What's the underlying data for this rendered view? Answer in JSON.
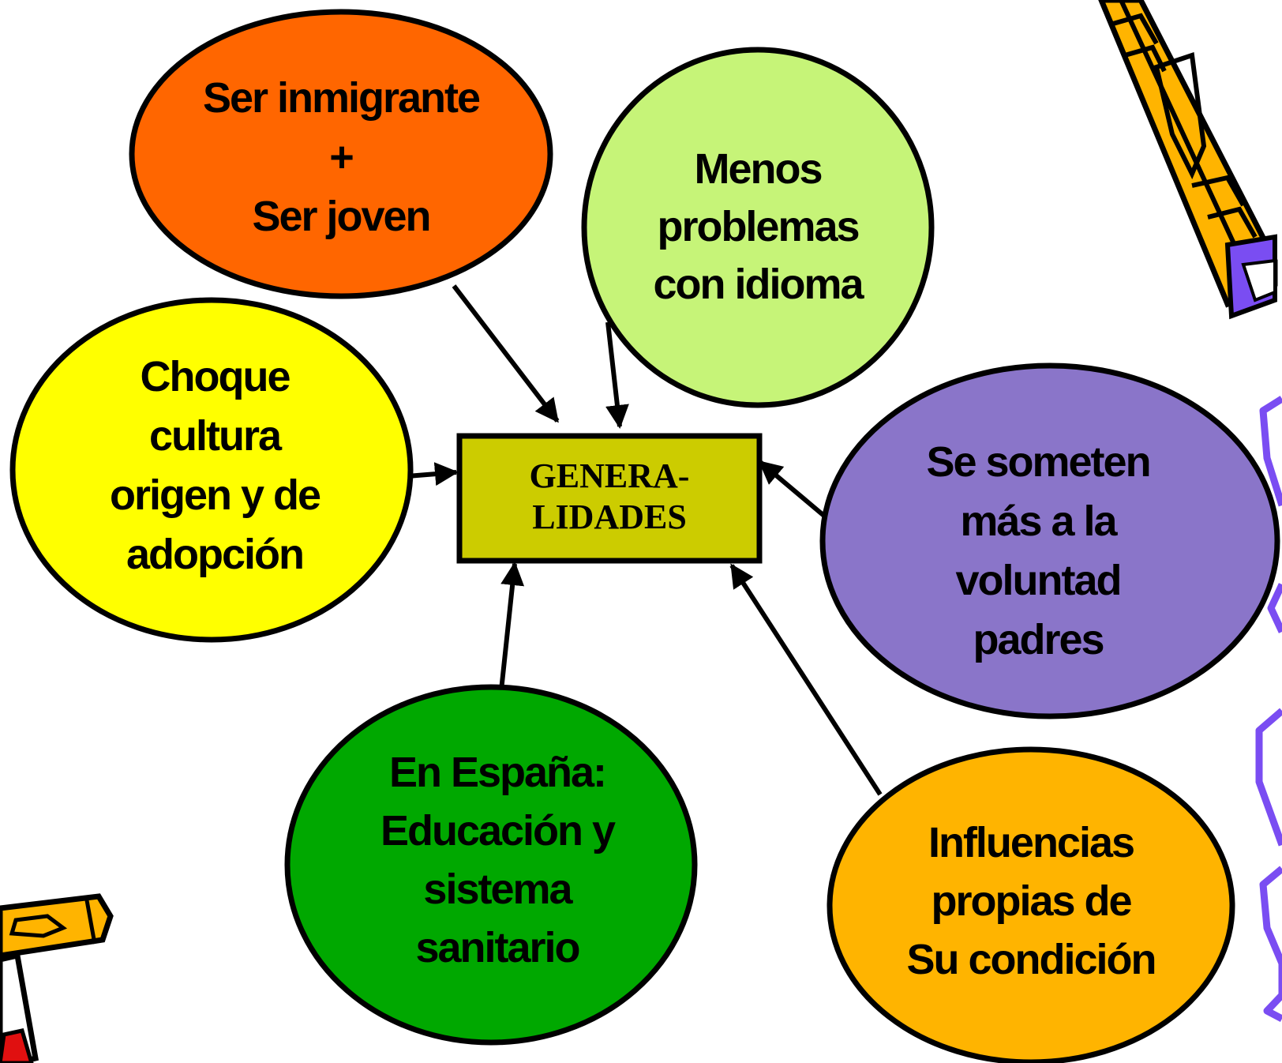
{
  "center": {
    "lines": [
      "GENERA-",
      "LIDADES"
    ],
    "color": "#cccc00"
  },
  "nodes": [
    {
      "id": "ser-inmigrante",
      "lines": [
        "Ser inmigrante",
        "+",
        "Ser joven"
      ],
      "color": "#ff6600"
    },
    {
      "id": "menos-problemas",
      "lines": [
        "Menos",
        "problemas",
        "con idioma"
      ],
      "color": "#c6f478"
    },
    {
      "id": "choque-cultura",
      "lines": [
        "Choque",
        "cultura",
        "origen y de",
        "adopción"
      ],
      "color": "#ffff00"
    },
    {
      "id": "se-someten",
      "lines": [
        "Se someten",
        "más a la",
        "voluntad",
        "padres"
      ],
      "color": "#8a75c9"
    },
    {
      "id": "en-espana",
      "lines": [
        "En España:",
        "Educación y",
        "sistema",
        "sanitario"
      ],
      "color": "#00a800"
    },
    {
      "id": "influencias",
      "lines": [
        "Influencias",
        "propias de",
        "Su condición"
      ],
      "color": "#ffb400"
    }
  ],
  "colors": {
    "outline": "#000000",
    "pencil_yellow": "#ffb400",
    "pencil_purple": "#7a4df2",
    "pencil_red": "#e01010"
  },
  "decorations": [
    "pencil-icon",
    "pencil-icon",
    "squiggle-icon"
  ]
}
